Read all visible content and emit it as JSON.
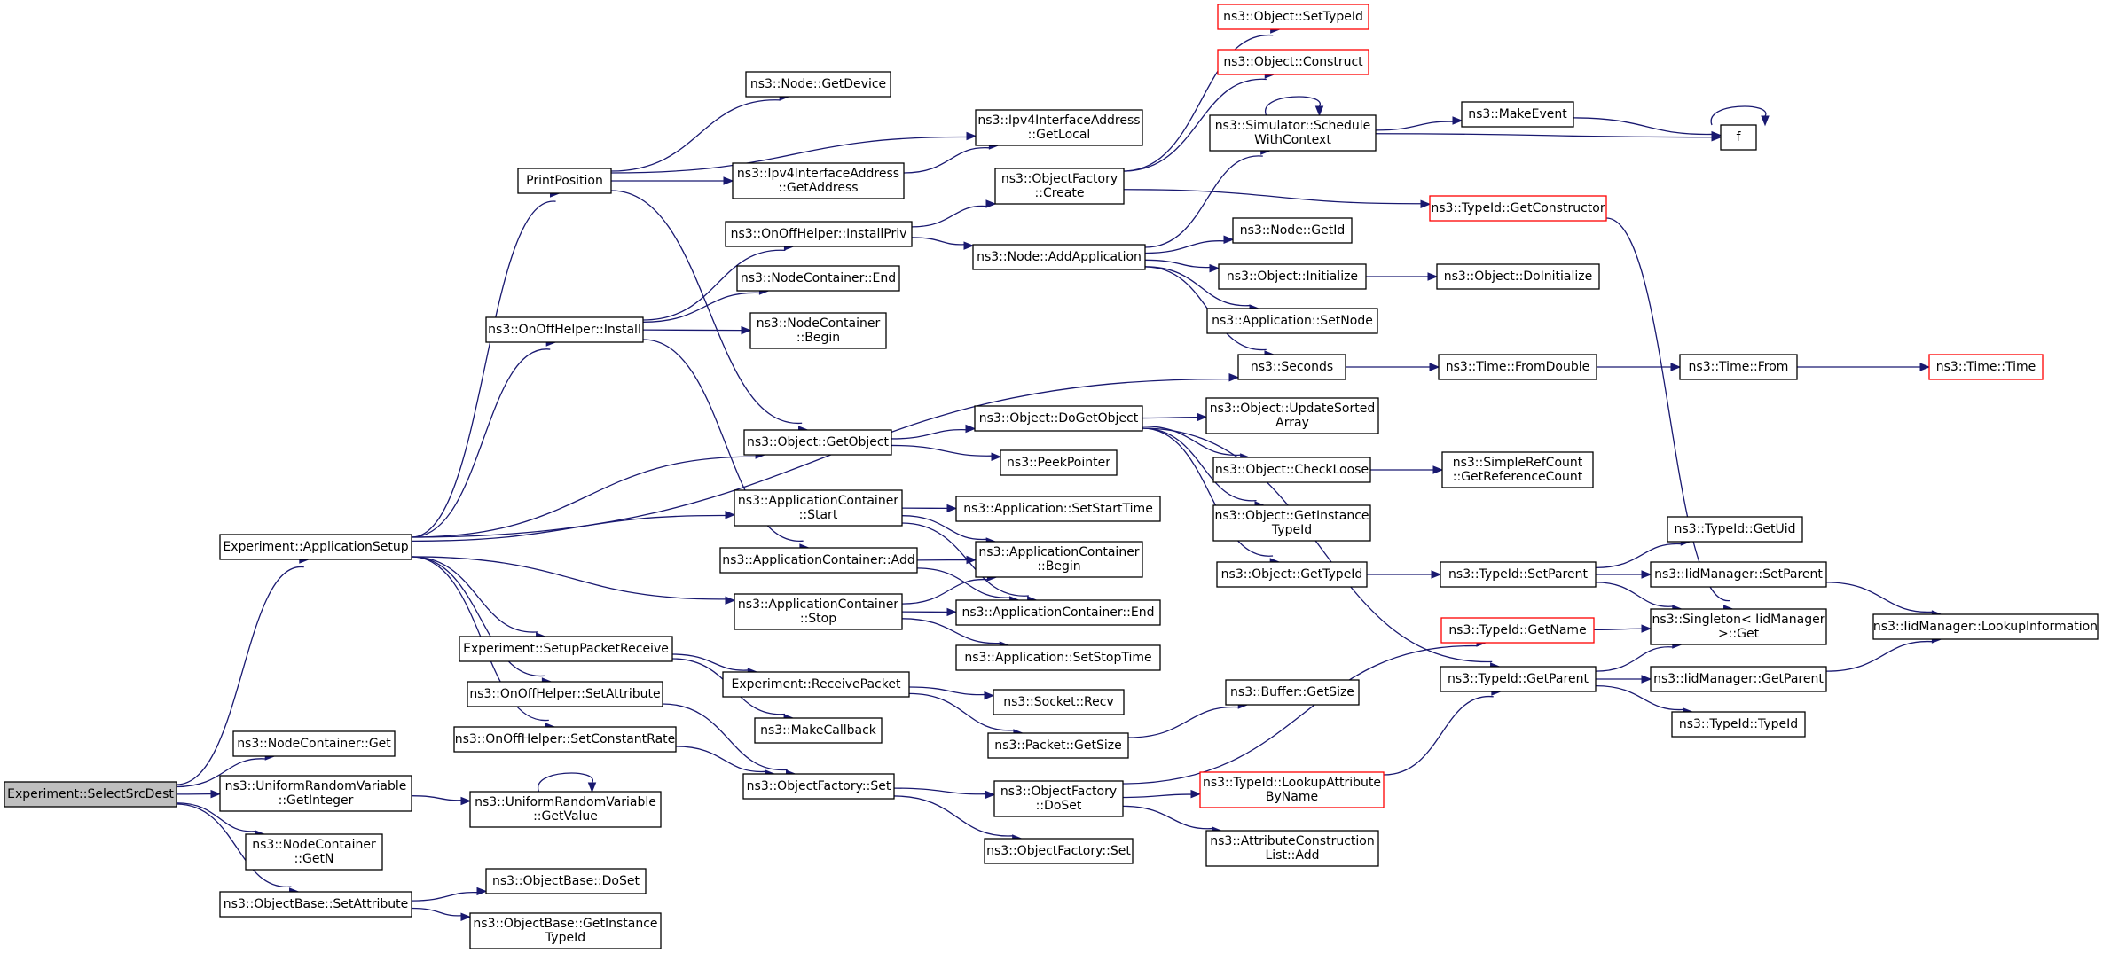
{
  "colors": {
    "edge": "#191970",
    "node_border": "#000000",
    "truncated_node_border": "#ff0000",
    "start_node_fill": "#bfbfbf"
  },
  "nodes": {
    "selectsrcdest": {
      "lines": [
        "Experiment::SelectSrcDest"
      ],
      "start": true
    },
    "appsetup": {
      "lines": [
        "Experiment::ApplicationSetup"
      ]
    },
    "nc_get": {
      "lines": [
        "ns3::NodeContainer::Get"
      ]
    },
    "urv_getint": {
      "lines": [
        "ns3::UniformRandomVariable",
        "::GetInteger"
      ]
    },
    "nc_getn": {
      "lines": [
        "ns3::NodeContainer",
        "::GetN"
      ]
    },
    "ob_setattr": {
      "lines": [
        "ns3::ObjectBase::SetAttribute"
      ]
    },
    "printpos": {
      "lines": [
        "PrintPosition"
      ]
    },
    "onoff_install": {
      "lines": [
        "ns3::OnOffHelper::Install"
      ]
    },
    "setuppacket": {
      "lines": [
        "Experiment::SetupPacketReceive"
      ]
    },
    "onoff_setattr": {
      "lines": [
        "ns3::OnOffHelper::SetAttribute"
      ]
    },
    "onoff_setconst": {
      "lines": [
        "ns3::OnOffHelper::SetConstantRate"
      ]
    },
    "urv_getval": {
      "lines": [
        "ns3::UniformRandomVariable",
        "::GetValue"
      ]
    },
    "ob_doset": {
      "lines": [
        "ns3::ObjectBase::DoSet"
      ]
    },
    "ob_getinst": {
      "lines": [
        "ns3::ObjectBase::GetInstance",
        "TypeId"
      ]
    },
    "node_getdev": {
      "lines": [
        "ns3::Node::GetDevice"
      ]
    },
    "ipv4_getaddr": {
      "lines": [
        "ns3::Ipv4InterfaceAddress",
        "::GetAddress"
      ]
    },
    "onoff_installpriv": {
      "lines": [
        "ns3::OnOffHelper::InstallPriv"
      ]
    },
    "nc_end": {
      "lines": [
        "ns3::NodeContainer::End"
      ]
    },
    "nc_begin": {
      "lines": [
        "ns3::NodeContainer",
        "::Begin"
      ]
    },
    "obj_getobject": {
      "lines": [
        "ns3::Object::GetObject"
      ]
    },
    "ac_start": {
      "lines": [
        "ns3::ApplicationContainer",
        "::Start"
      ]
    },
    "ac_add": {
      "lines": [
        "ns3::ApplicationContainer::Add"
      ]
    },
    "ac_stop": {
      "lines": [
        "ns3::ApplicationContainer",
        "::Stop"
      ]
    },
    "recvpacket": {
      "lines": [
        "Experiment::ReceivePacket"
      ]
    },
    "makecallback": {
      "lines": [
        "ns3::MakeCallback"
      ]
    },
    "of_set": {
      "lines": [
        "ns3::ObjectFactory::Set"
      ]
    },
    "ipv4_getlocal": {
      "lines": [
        "ns3::Ipv4InterfaceAddress",
        "::GetLocal"
      ]
    },
    "of_create": {
      "lines": [
        "ns3::ObjectFactory",
        "::Create"
      ]
    },
    "node_addapp": {
      "lines": [
        "ns3::Node::AddApplication"
      ]
    },
    "obj_dogetobject": {
      "lines": [
        "ns3::Object::DoGetObject"
      ]
    },
    "peekpointer": {
      "lines": [
        "ns3::PeekPointer"
      ]
    },
    "app_setstart": {
      "lines": [
        "ns3::Application::SetStartTime"
      ]
    },
    "ac_begin": {
      "lines": [
        "ns3::ApplicationContainer",
        "::Begin"
      ]
    },
    "ac_end": {
      "lines": [
        "ns3::ApplicationContainer::End"
      ]
    },
    "app_setstop": {
      "lines": [
        "ns3::Application::SetStopTime"
      ]
    },
    "socket_recv": {
      "lines": [
        "ns3::Socket::Recv"
      ]
    },
    "packet_getsize": {
      "lines": [
        "ns3::Packet::GetSize"
      ]
    },
    "of_doset": {
      "lines": [
        "ns3::ObjectFactory",
        "::DoSet"
      ]
    },
    "of_set2": {
      "lines": [
        "ns3::ObjectFactory::Set"
      ]
    },
    "obj_settypeid": {
      "lines": [
        "ns3::Object::SetTypeId"
      ],
      "truncated": true
    },
    "obj_construct": {
      "lines": [
        "ns3::Object::Construct"
      ],
      "truncated": true
    },
    "sim_schedule": {
      "lines": [
        "ns3::Simulator::Schedule",
        "WithContext"
      ]
    },
    "node_getid": {
      "lines": [
        "ns3::Node::GetId"
      ]
    },
    "obj_initialize": {
      "lines": [
        "ns3::Object::Initialize"
      ]
    },
    "app_setnode": {
      "lines": [
        "ns3::Application::SetNode"
      ]
    },
    "seconds": {
      "lines": [
        "ns3::Seconds"
      ]
    },
    "obj_updatesorted": {
      "lines": [
        "ns3::Object::UpdateSorted",
        "Array"
      ]
    },
    "obj_checkloose": {
      "lines": [
        "ns3::Object::CheckLoose"
      ]
    },
    "obj_getinsttypeid": {
      "lines": [
        "ns3::Object::GetInstance",
        "TypeId"
      ]
    },
    "obj_gettypeid": {
      "lines": [
        "ns3::Object::GetTypeId"
      ]
    },
    "buffer_getsize": {
      "lines": [
        "ns3::Buffer::GetSize"
      ]
    },
    "typeid_lookupattr": {
      "lines": [
        "ns3::TypeId::LookupAttribute",
        "ByName"
      ],
      "truncated": true
    },
    "attrconst_add": {
      "lines": [
        "ns3::AttributeConstruction",
        "List::Add"
      ]
    },
    "makeevent": {
      "lines": [
        "ns3::MakeEvent"
      ]
    },
    "typeid_getctor": {
      "lines": [
        "ns3::TypeId::GetConstructor"
      ],
      "truncated": true
    },
    "obj_doinit": {
      "lines": [
        "ns3::Object::DoInitialize"
      ]
    },
    "time_fromdouble": {
      "lines": [
        "ns3::Time::FromDouble"
      ]
    },
    "simplerefcount": {
      "lines": [
        "ns3::SimpleRefCount",
        "::GetReferenceCount"
      ]
    },
    "typeid_setparent": {
      "lines": [
        "ns3::TypeId::SetParent"
      ]
    },
    "typeid_getname": {
      "lines": [
        "ns3::TypeId::GetName"
      ],
      "truncated": true
    },
    "typeid_getparent": {
      "lines": [
        "ns3::TypeId::GetParent"
      ]
    },
    "f": {
      "lines": [
        "f"
      ]
    },
    "time_from": {
      "lines": [
        "ns3::Time::From"
      ]
    },
    "typeid_getuid": {
      "lines": [
        "ns3::TypeId::GetUid"
      ]
    },
    "iid_setparent": {
      "lines": [
        "ns3::IidManager::SetParent"
      ]
    },
    "singleton_get": {
      "lines": [
        "ns3::Singleton< IidManager",
        " >::Get"
      ]
    },
    "iid_getparent": {
      "lines": [
        "ns3::IidManager::GetParent"
      ]
    },
    "typeid_typeid": {
      "lines": [
        "ns3::TypeId::TypeId"
      ]
    },
    "time_time": {
      "lines": [
        "ns3::Time::Time"
      ],
      "truncated": true
    },
    "iid_lookupinfo": {
      "lines": [
        "ns3::IidManager::LookupInformation"
      ]
    }
  },
  "edges": [
    [
      "selectsrcdest",
      "appsetup"
    ],
    [
      "selectsrcdest",
      "nc_get"
    ],
    [
      "selectsrcdest",
      "urv_getint"
    ],
    [
      "selectsrcdest",
      "nc_getn"
    ],
    [
      "selectsrcdest",
      "ob_setattr"
    ],
    [
      "appsetup",
      "printpos"
    ],
    [
      "appsetup",
      "onoff_install"
    ],
    [
      "appsetup",
      "seconds"
    ],
    [
      "appsetup",
      "obj_getobject"
    ],
    [
      "appsetup",
      "ac_start"
    ],
    [
      "appsetup",
      "ac_stop"
    ],
    [
      "appsetup",
      "setuppacket"
    ],
    [
      "appsetup",
      "onoff_setattr"
    ],
    [
      "appsetup",
      "onoff_setconst"
    ],
    [
      "urv_getint",
      "urv_getval"
    ],
    [
      "urv_getval",
      "urv_getval"
    ],
    [
      "ob_setattr",
      "ob_doset"
    ],
    [
      "ob_setattr",
      "ob_getinst"
    ],
    [
      "printpos",
      "node_getdev"
    ],
    [
      "printpos",
      "ipv4_getlocal"
    ],
    [
      "printpos",
      "ipv4_getaddr"
    ],
    [
      "printpos",
      "obj_getobject"
    ],
    [
      "onoff_install",
      "onoff_installpriv"
    ],
    [
      "onoff_install",
      "nc_end"
    ],
    [
      "onoff_install",
      "nc_begin"
    ],
    [
      "onoff_install",
      "ac_add"
    ],
    [
      "setuppacket",
      "recvpacket"
    ],
    [
      "setuppacket",
      "makecallback"
    ],
    [
      "onoff_setattr",
      "of_set"
    ],
    [
      "onoff_setconst",
      "of_set"
    ],
    [
      "ipv4_getaddr",
      "ipv4_getlocal"
    ],
    [
      "onoff_installpriv",
      "of_create"
    ],
    [
      "onoff_installpriv",
      "node_addapp"
    ],
    [
      "obj_getobject",
      "obj_dogetobject"
    ],
    [
      "obj_getobject",
      "peekpointer"
    ],
    [
      "ac_start",
      "app_setstart"
    ],
    [
      "ac_start",
      "ac_begin"
    ],
    [
      "ac_start",
      "ac_end"
    ],
    [
      "ac_add",
      "ac_begin"
    ],
    [
      "ac_add",
      "ac_end"
    ],
    [
      "ac_stop",
      "ac_begin"
    ],
    [
      "ac_stop",
      "ac_end"
    ],
    [
      "ac_stop",
      "app_setstop"
    ],
    [
      "recvpacket",
      "socket_recv"
    ],
    [
      "recvpacket",
      "packet_getsize"
    ],
    [
      "of_set",
      "of_doset"
    ],
    [
      "of_set",
      "of_set2"
    ],
    [
      "of_create",
      "obj_settypeid"
    ],
    [
      "of_create",
      "obj_construct"
    ],
    [
      "of_create",
      "typeid_getctor"
    ],
    [
      "node_addapp",
      "sim_schedule"
    ],
    [
      "node_addapp",
      "node_getid"
    ],
    [
      "node_addapp",
      "obj_initialize"
    ],
    [
      "node_addapp",
      "app_setnode"
    ],
    [
      "node_addapp",
      "seconds"
    ],
    [
      "obj_dogetobject",
      "obj_updatesorted"
    ],
    [
      "obj_dogetobject",
      "obj_checkloose"
    ],
    [
      "obj_dogetobject",
      "obj_getinsttypeid"
    ],
    [
      "obj_dogetobject",
      "obj_gettypeid"
    ],
    [
      "obj_dogetobject",
      "typeid_getparent"
    ],
    [
      "packet_getsize",
      "buffer_getsize"
    ],
    [
      "of_doset",
      "typeid_getname"
    ],
    [
      "of_doset",
      "typeid_lookupattr"
    ],
    [
      "of_doset",
      "attrconst_add"
    ],
    [
      "sim_schedule",
      "sim_schedule"
    ],
    [
      "sim_schedule",
      "makeevent"
    ],
    [
      "sim_schedule",
      "f"
    ],
    [
      "makeevent",
      "f"
    ],
    [
      "f",
      "f"
    ],
    [
      "typeid_getctor",
      "singleton_get"
    ],
    [
      "obj_initialize",
      "obj_doinit"
    ],
    [
      "seconds",
      "time_fromdouble"
    ],
    [
      "time_fromdouble",
      "time_from"
    ],
    [
      "time_from",
      "time_time"
    ],
    [
      "obj_checkloose",
      "simplerefcount"
    ],
    [
      "obj_gettypeid",
      "typeid_setparent"
    ],
    [
      "typeid_setparent",
      "typeid_getuid"
    ],
    [
      "typeid_setparent",
      "iid_setparent"
    ],
    [
      "typeid_setparent",
      "singleton_get"
    ],
    [
      "iid_setparent",
      "iid_lookupinfo"
    ],
    [
      "typeid_getname",
      "singleton_get"
    ],
    [
      "typeid_lookupattr",
      "typeid_getparent"
    ],
    [
      "typeid_getparent",
      "singleton_get"
    ],
    [
      "typeid_getparent",
      "iid_getparent"
    ],
    [
      "typeid_getparent",
      "typeid_typeid"
    ],
    [
      "iid_getparent",
      "iid_lookupinfo"
    ]
  ]
}
